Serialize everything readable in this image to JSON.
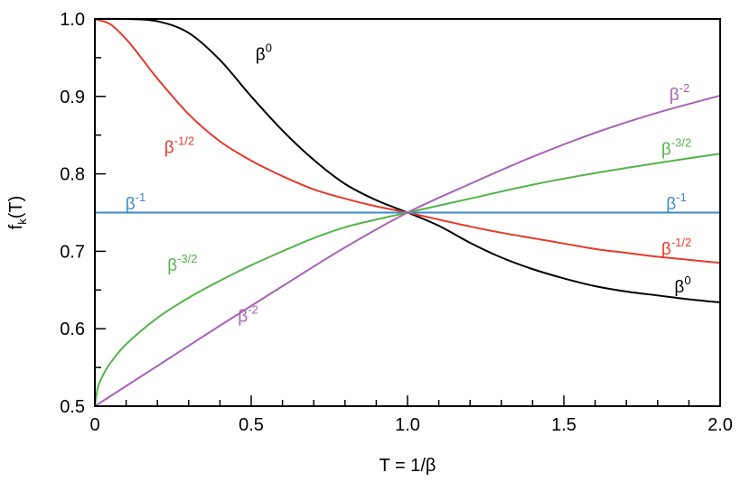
{
  "chart_data": {
    "type": "line",
    "xlabel": "T = 1/β",
    "ylabel_main": "f",
    "ylabel_sub": "k",
    "ylabel_rest": "(T)",
    "xlim": [
      0,
      2.0
    ],
    "ylim": [
      0.5,
      1.0
    ],
    "grid": false,
    "x_ticks": [
      {
        "value": 0,
        "label": "0"
      },
      {
        "value": 0.5,
        "label": "0.5"
      },
      {
        "value": 1.0,
        "label": "1.0"
      },
      {
        "value": 1.5,
        "label": "1.5"
      },
      {
        "value": 2.0,
        "label": "2.0"
      }
    ],
    "y_ticks": [
      {
        "value": 0.5,
        "label": "0.5"
      },
      {
        "value": 0.6,
        "label": "0.6"
      },
      {
        "value": 0.7,
        "label": "0.7"
      },
      {
        "value": 0.8,
        "label": "0.8"
      },
      {
        "value": 0.9,
        "label": "0.9"
      },
      {
        "value": 1.0,
        "label": "1.0"
      }
    ],
    "x_minor_step": 0.1,
    "y_minor_step": 0.05,
    "series": [
      {
        "color": "#000000",
        "base": "β",
        "exp": "0",
        "x": [
          0,
          0.1,
          0.2,
          0.3,
          0.4,
          0.5,
          0.6,
          0.7,
          0.8,
          0.9,
          1.0,
          1.1,
          1.2,
          1.3,
          1.4,
          1.5,
          1.6,
          1.7,
          1.8,
          1.9,
          2.0
        ],
        "y": [
          1.0,
          1.0,
          0.997,
          0.982,
          0.947,
          0.9,
          0.856,
          0.818,
          0.787,
          0.766,
          0.75,
          0.733,
          0.711,
          0.692,
          0.677,
          0.665,
          0.655,
          0.648,
          0.643,
          0.638,
          0.634
        ],
        "labels": [
          {
            "x": 0.54,
            "y": 0.955
          },
          {
            "x": 1.88,
            "y": 0.655
          }
        ]
      },
      {
        "color": "#e8392b",
        "base": "β",
        "exp": "-1/2",
        "x": [
          0,
          0.05,
          0.1,
          0.15,
          0.2,
          0.3,
          0.4,
          0.5,
          0.6,
          0.7,
          0.8,
          0.9,
          1.0,
          1.1,
          1.2,
          1.3,
          1.4,
          1.5,
          1.6,
          1.7,
          1.8,
          1.9,
          2.0
        ],
        "y": [
          1.0,
          0.993,
          0.974,
          0.949,
          0.923,
          0.877,
          0.842,
          0.817,
          0.797,
          0.78,
          0.768,
          0.758,
          0.75,
          0.741,
          0.732,
          0.724,
          0.717,
          0.71,
          0.703,
          0.698,
          0.693,
          0.689,
          0.685
        ],
        "labels": [
          {
            "x": 0.27,
            "y": 0.835
          },
          {
            "x": 1.86,
            "y": 0.704
          }
        ]
      },
      {
        "color": "#3a8ac9",
        "base": "β",
        "exp": "-1",
        "x": [
          0,
          2.0
        ],
        "y": [
          0.75,
          0.75
        ],
        "labels": [
          {
            "x": 0.13,
            "y": 0.762
          },
          {
            "x": 1.86,
            "y": 0.762
          }
        ]
      },
      {
        "color": "#55b34b",
        "base": "β",
        "exp": "-3/2",
        "x": [
          0,
          0.01,
          0.03,
          0.05,
          0.1,
          0.2,
          0.3,
          0.4,
          0.5,
          0.6,
          0.7,
          0.8,
          0.9,
          1.0,
          1.2,
          1.4,
          1.6,
          1.8,
          2.0
        ],
        "y": [
          0.5,
          0.525,
          0.543,
          0.556,
          0.58,
          0.614,
          0.64,
          0.662,
          0.682,
          0.7,
          0.717,
          0.731,
          0.741,
          0.75,
          0.768,
          0.786,
          0.801,
          0.814,
          0.826
        ],
        "labels": [
          {
            "x": 0.28,
            "y": 0.683
          },
          {
            "x": 1.86,
            "y": 0.833
          }
        ]
      },
      {
        "color": "#a862b8",
        "base": "β",
        "exp": "-2",
        "x": [
          0,
          0.2,
          0.4,
          0.6,
          0.8,
          1.0,
          1.2,
          1.4,
          1.6,
          1.8,
          2.0
        ],
        "y": [
          0.5,
          0.552,
          0.604,
          0.655,
          0.705,
          0.75,
          0.787,
          0.822,
          0.853,
          0.879,
          0.901
        ],
        "labels": [
          {
            "x": 0.49,
            "y": 0.617
          },
          {
            "x": 1.87,
            "y": 0.903
          }
        ]
      }
    ]
  }
}
